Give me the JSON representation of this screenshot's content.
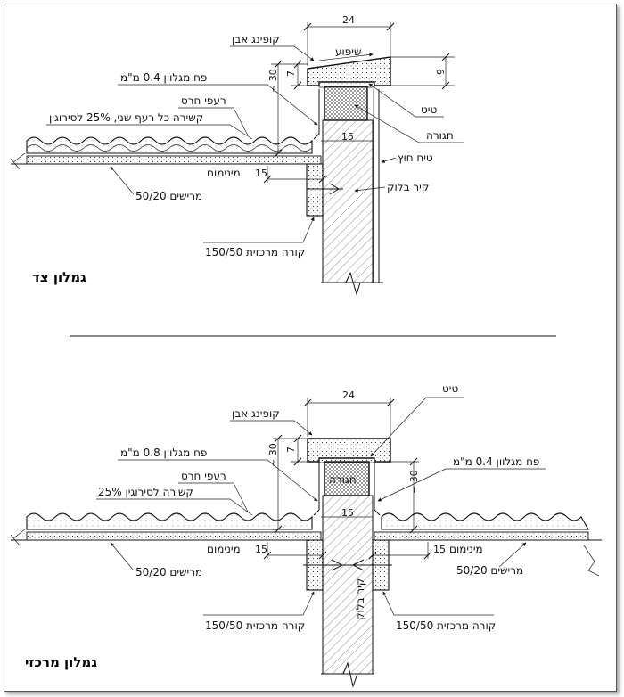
{
  "top_detail": {
    "title": "גמלון צד",
    "labels": {
      "coping": "קופינג אבן",
      "slope": "שיפוע",
      "flashing": "פח מגלוון 0.4 מ\"מ",
      "clay_tiles": "רעפי חרס",
      "tie_every_other": "קשירה כל רעף שני, 25% לסירוגין",
      "mortar": "טיט",
      "ring_beam": "חגורה",
      "plaster": "טיח חוץ",
      "block_wall": "קיר בלוק",
      "minimum": "מינימום",
      "battens": "מרישים 50/20",
      "center_beam": "קורה מרכזית 150/50"
    },
    "dims": {
      "width": "24",
      "coping_h": "9",
      "upstand_7": "7",
      "upstand_30": "~ 30",
      "fifteen_a": "15",
      "fifteen_b": "15"
    }
  },
  "bottom_detail": {
    "title": "גמלון מרכזי",
    "labels": {
      "mortar": "טיט",
      "coping": "קופינג אבן",
      "flashing_left": "פח מגלוון 0.8 מ\"מ",
      "flashing_right": "פח מגלוון 0.4 מ\"מ",
      "clay_tiles": "רעפי חרס",
      "tie_alternate": "קשירה לסירוגין 25%",
      "ring_beam": "חגורה",
      "minimum_left": "מינימום",
      "minimum_right": "מינימום",
      "battens_left": "מרישים 50/20",
      "battens_right": "מרישים 50/20",
      "block_wall": "קיר בלוק",
      "center_beam_left": "קורה מרכזית 150/50",
      "center_beam_right": "קורה מרכזית 150/50"
    },
    "dims": {
      "width": "24",
      "upstand_7": "7",
      "upstand_30_left": "~ 30",
      "upstand_30_right": "~ 30",
      "fifteen_a": "15",
      "fifteen_left": "15",
      "fifteen_right": "15"
    }
  }
}
